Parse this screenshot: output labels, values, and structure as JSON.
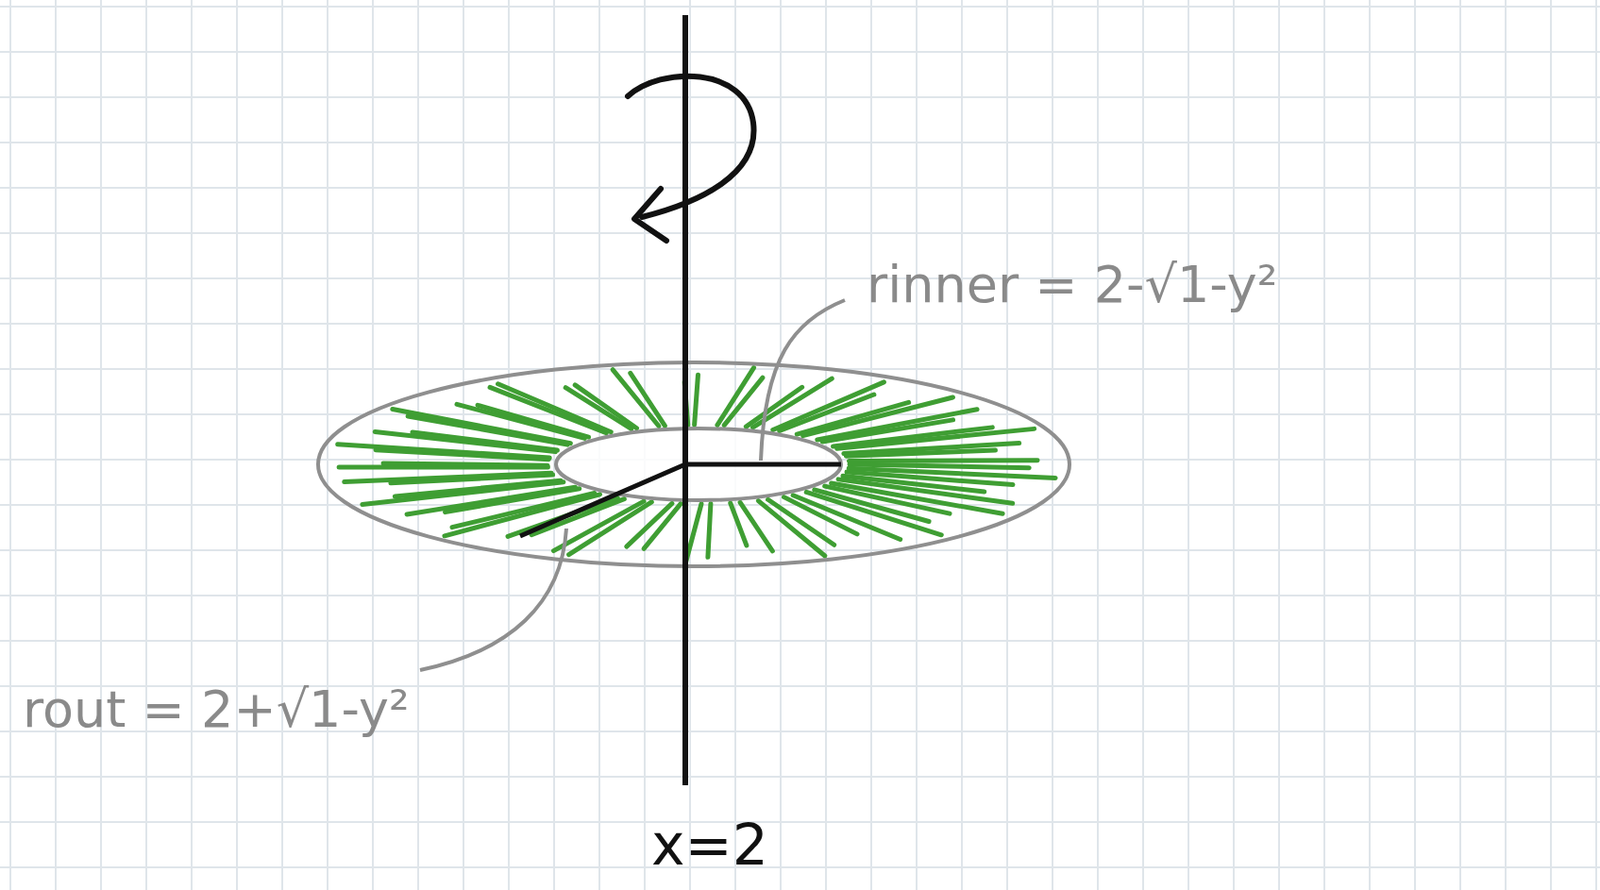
{
  "diagram": {
    "labels": [
      "rinner = 2-√1-y²",
      "rout = 2+√1-y²",
      "x=2"
    ]
  }
}
